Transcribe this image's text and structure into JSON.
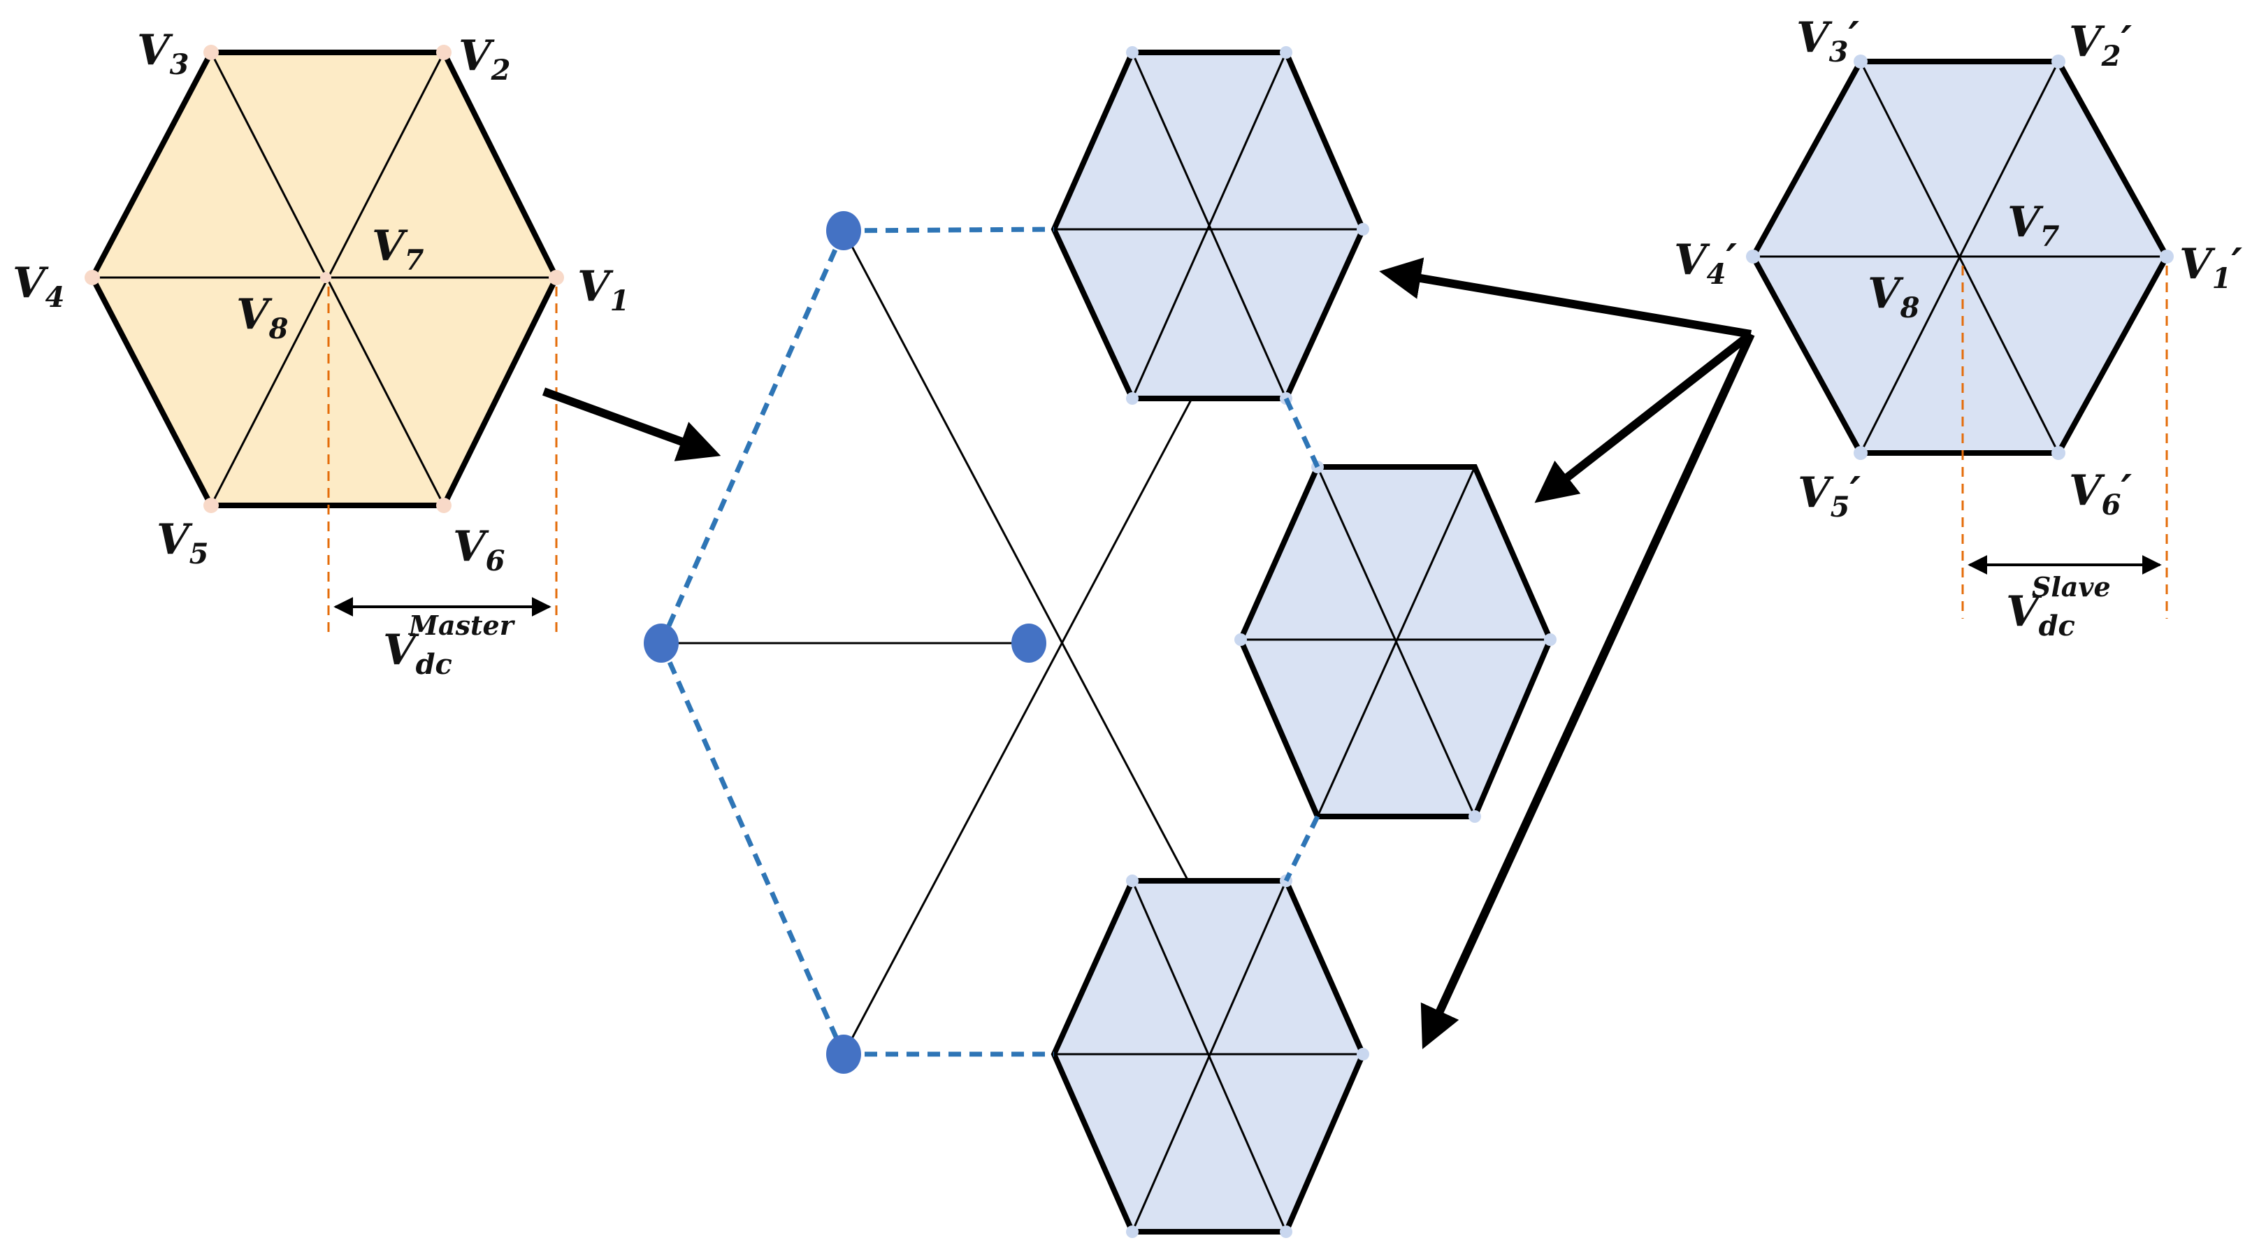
{
  "colors": {
    "master_fill": "#fdebc6",
    "slave_fill": "#d9e2f3",
    "vertex_master": "#f8d9c8",
    "vertex_slave": "#c9d7ef",
    "node_blue": "#4472c4",
    "dash_blue": "#2e75b6",
    "dim_orange": "#e46c0a",
    "line": "#000000"
  },
  "master": {
    "labels": {
      "v1": {
        "base": "V",
        "sub": "1",
        "sup": ""
      },
      "v2": {
        "base": "V",
        "sub": "2",
        "sup": ""
      },
      "v3": {
        "base": "V",
        "sub": "3",
        "sup": ""
      },
      "v4": {
        "base": "V",
        "sub": "4",
        "sup": ""
      },
      "v5": {
        "base": "V",
        "sub": "5",
        "sup": ""
      },
      "v6": {
        "base": "V",
        "sub": "6",
        "sup": ""
      },
      "v7": {
        "base": "V",
        "sub": "7",
        "sup": ""
      },
      "v8": {
        "base": "V",
        "sub": "8",
        "sup": ""
      }
    },
    "dc": {
      "base": "V",
      "sub": "dc",
      "sup": "Master"
    }
  },
  "slave": {
    "labels": {
      "v1": {
        "base": "V",
        "sub": "1",
        "prime": "′"
      },
      "v2": {
        "base": "V",
        "sub": "2",
        "prime": "′"
      },
      "v3": {
        "base": "V",
        "sub": "3",
        "prime": "′"
      },
      "v4": {
        "base": "V",
        "sub": "4",
        "prime": "′"
      },
      "v5": {
        "base": "V",
        "sub": "5",
        "prime": "′"
      },
      "v6": {
        "base": "V",
        "sub": "6",
        "prime": "′"
      },
      "v7": {
        "base": "V",
        "sub": "7",
        "prime": ""
      },
      "v8": {
        "base": "V",
        "sub": "8",
        "prime": ""
      }
    },
    "dc": {
      "base": "V",
      "sub": "dc",
      "sup": "Slave"
    }
  }
}
